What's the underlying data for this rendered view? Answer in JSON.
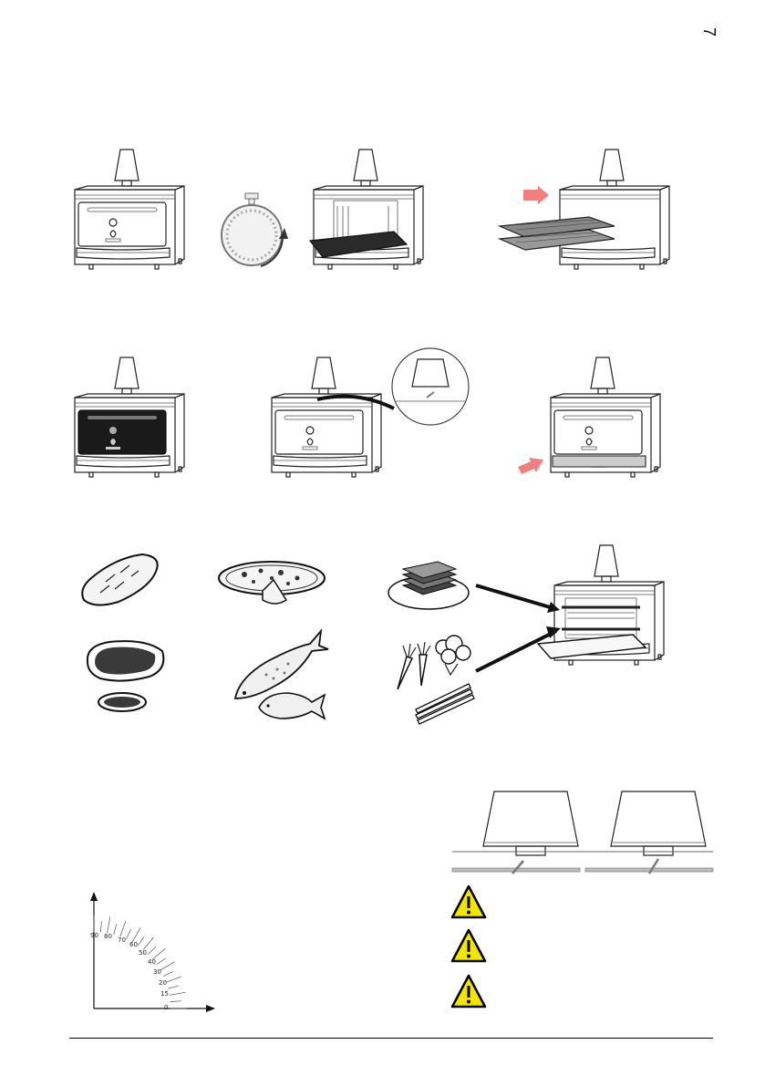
{
  "page": {
    "number": "7"
  },
  "colors": {
    "accent_arrow": "#f08080",
    "warning_yellow": "#f2e600",
    "outline": "#222222",
    "door_dark": "#1a1a1a"
  },
  "angle_scale": {
    "labels": [
      "90",
      "80",
      "70",
      "60",
      "50",
      "40",
      "30",
      "20",
      "15",
      "0"
    ]
  },
  "icons": [
    "oven-icon",
    "stopwatch-icon",
    "arrow-icon",
    "grill-icon",
    "lamp-icon",
    "bread-icon",
    "pizza-icon",
    "lasagna-icon",
    "steak-icon",
    "fish-icon",
    "vegetables-icon",
    "warning-icon"
  ]
}
